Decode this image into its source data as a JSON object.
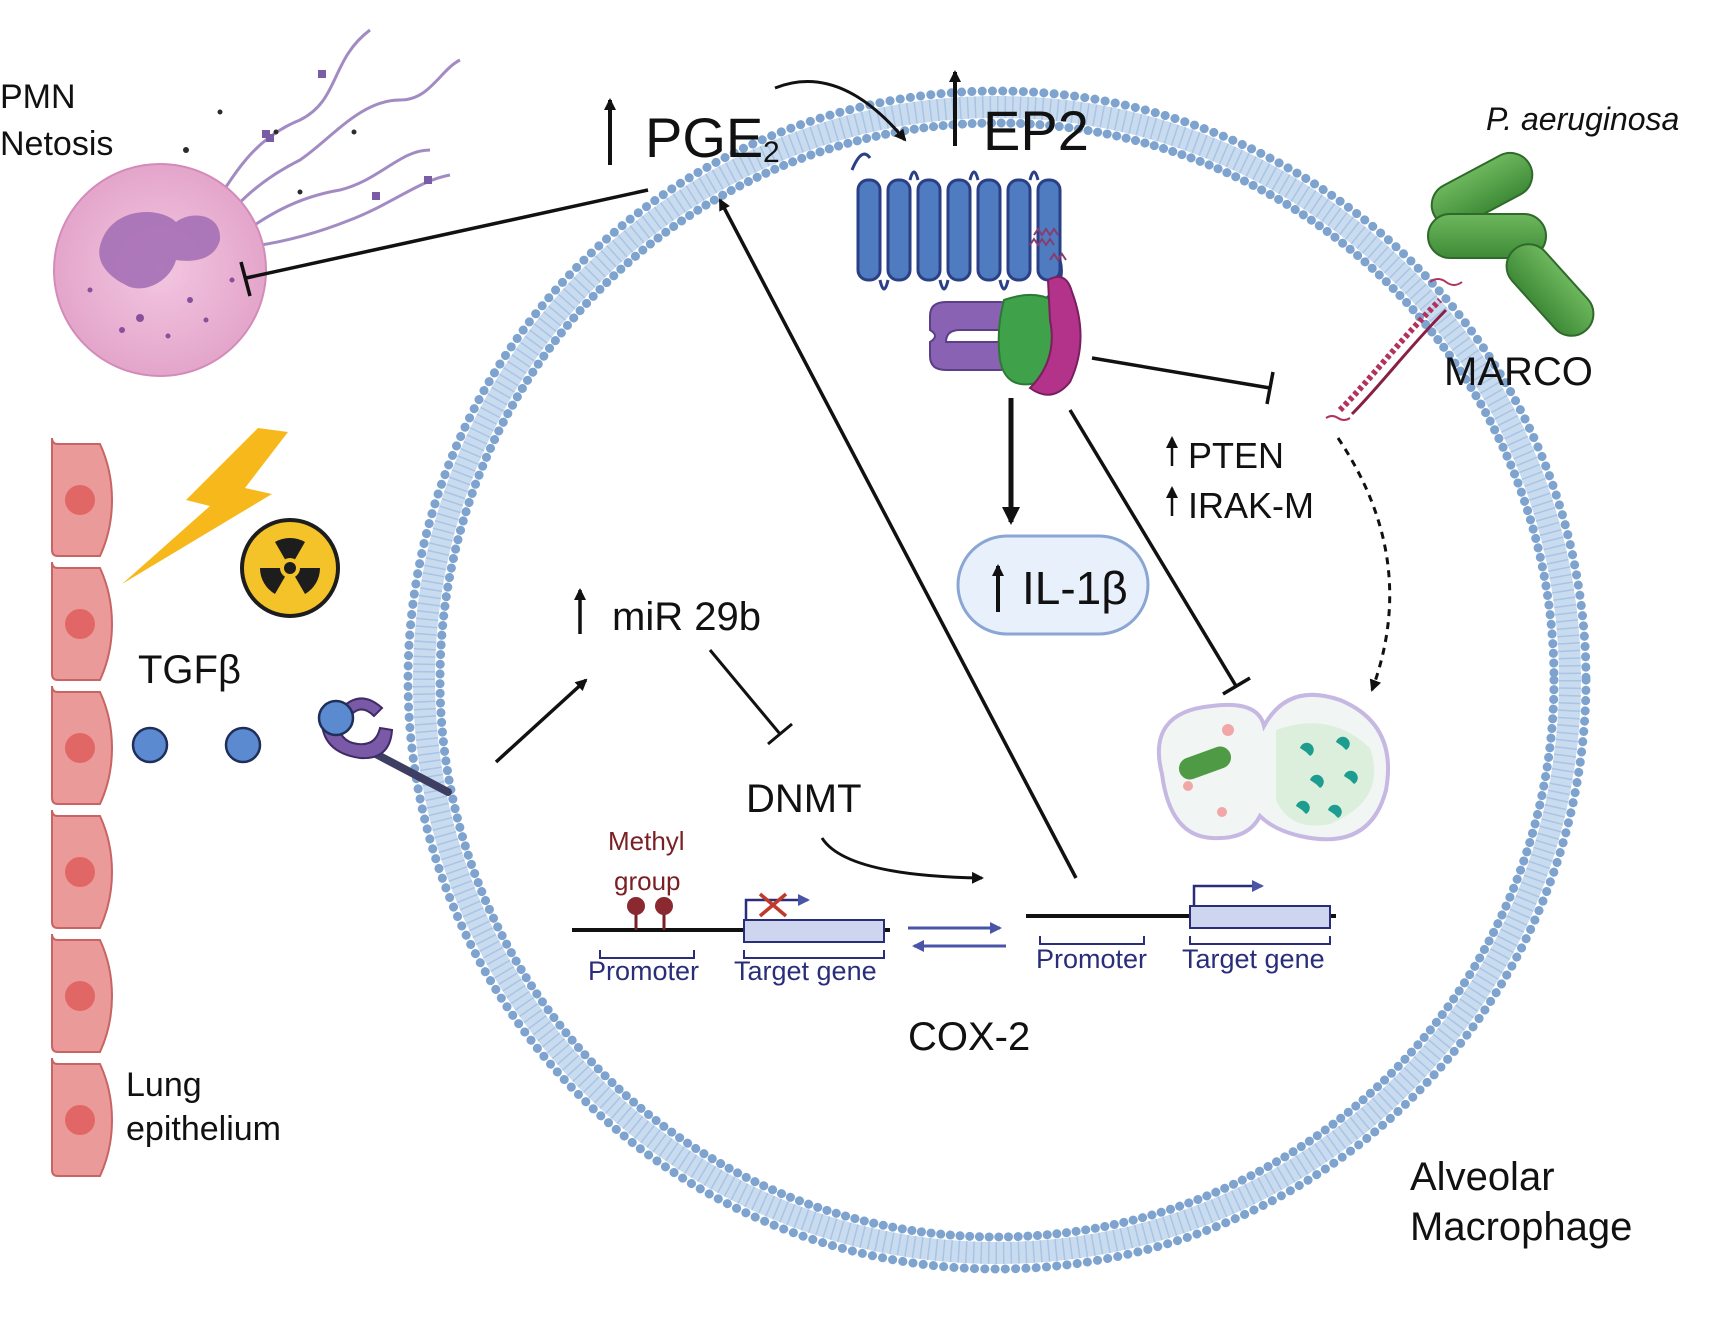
{
  "labels": {
    "pmn_line1": "PMN",
    "pmn_line2": "Netosis",
    "pge2_main": "PGE",
    "pge2_sub": "2",
    "ep2": "EP2",
    "pathogen": "P. aeruginosa",
    "marco": "MARCO",
    "pten": "PTEN",
    "irakm": "IRAK-M",
    "il1b": "IL-1β",
    "tgfb": "TGFβ",
    "mir": "miR 29b",
    "dnmt": "DNMT",
    "methyl_line1": "Methyl",
    "methyl_line2": "group",
    "promoter_left": "Promoter",
    "target_left": "Target gene",
    "promoter_right": "Promoter",
    "target_right": "Target gene",
    "cox2": "COX-2",
    "lung_line1": "Lung",
    "lung_line2": "epithelium",
    "macro_line1": "Alveolar",
    "macro_line2": "Macrophage"
  },
  "icons": [
    "lightning-bolt-icon",
    "radiation-icon",
    "receptor-icon",
    "bacterium-icon",
    "phagosome-icon",
    "gpcr-icon",
    "neutrophil-icon"
  ],
  "colors": {
    "membrane_bead": "#7ea3cf",
    "membrane_tail": "#b9cfe8",
    "epithelium": "#e88e8e",
    "epithelium_nucleus": "#e06464",
    "bacteria": "#4f9a44",
    "gpcr": "#4f7cc0",
    "neutrophil": "#e7a9cf",
    "marco": "#b2325c",
    "gene_box": "#cdd6ee",
    "gene_text": "#2a2e7a",
    "methyl": "#7a1f24",
    "il1b_box": "#e8f0fb"
  }
}
